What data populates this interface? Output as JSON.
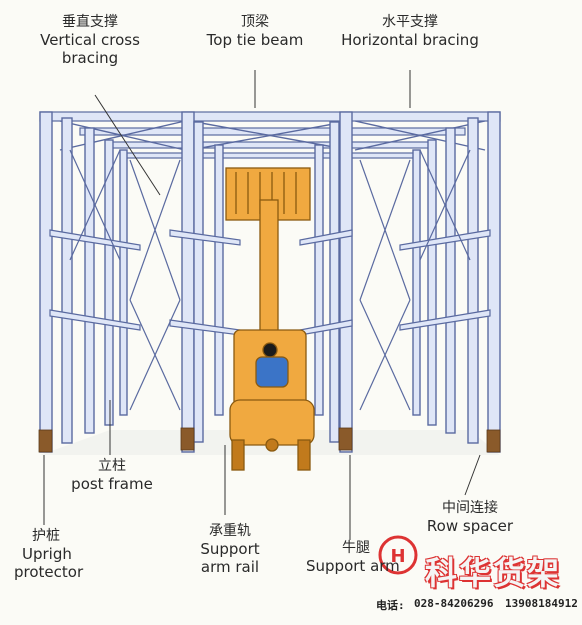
{
  "labels": {
    "vertical_cross_bracing": {
      "cn": "垂直支撑",
      "en1": "Vertical cross",
      "en2": "bracing"
    },
    "top_tie_beam": {
      "cn": "顶梁",
      "en": "Top tie beam"
    },
    "horizontal_bracing": {
      "cn": "水平支撑",
      "en": "Horizontal bracing"
    },
    "post_frame": {
      "cn": "立柱",
      "en": "post frame"
    },
    "row_spacer": {
      "cn": "中间连接",
      "en": "Row spacer"
    },
    "upright_protector": {
      "cn": "护桩",
      "en1": "Uprigh",
      "en2": "protector"
    },
    "support_arm_rail": {
      "cn": "承重轨",
      "en1": "Support",
      "en2": "arm rail"
    },
    "support_arm": {
      "cn": "牛腿",
      "en": "Support arm"
    }
  },
  "brand": {
    "name": "科华货架",
    "phone_label": "电话:",
    "phone": "028-84206296",
    "mobile": "13908184912"
  },
  "colors": {
    "rack_fill": "#dfe6f7",
    "rack_stroke": "#5a6aa0",
    "forklift": "#f0a940",
    "forklift_dark": "#c17a1c",
    "driver": "#3b74c7",
    "protector": "#8a5a2a",
    "brand_red": "#d33"
  }
}
